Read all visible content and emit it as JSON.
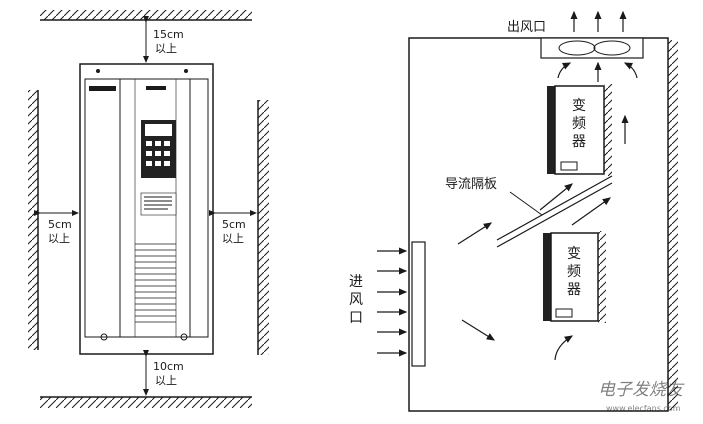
{
  "left": {
    "top_clearance": {
      "value": "15cm",
      "note": "以上"
    },
    "left_clearance": {
      "value": "5cm",
      "note": "以上"
    },
    "right_clearance": {
      "value": "5cm",
      "note": "以上"
    },
    "bottom_clearance": {
      "value": "10cm",
      "note": "以上"
    }
  },
  "right": {
    "outlet_label": "出风口",
    "inlet_label": [
      "进",
      "风",
      "口"
    ],
    "baffle_label": "导流隔板",
    "vfd_top_label": [
      "变",
      "频",
      "器"
    ],
    "vfd_bottom_label": [
      "变",
      "频",
      "器"
    ],
    "watermark": "电子发烧友",
    "watermark_url": "www.elecfans.com"
  },
  "colors": {
    "line": "#1a1a1a",
    "panel_dark": "#222222",
    "grille": "#f2f2f2"
  }
}
